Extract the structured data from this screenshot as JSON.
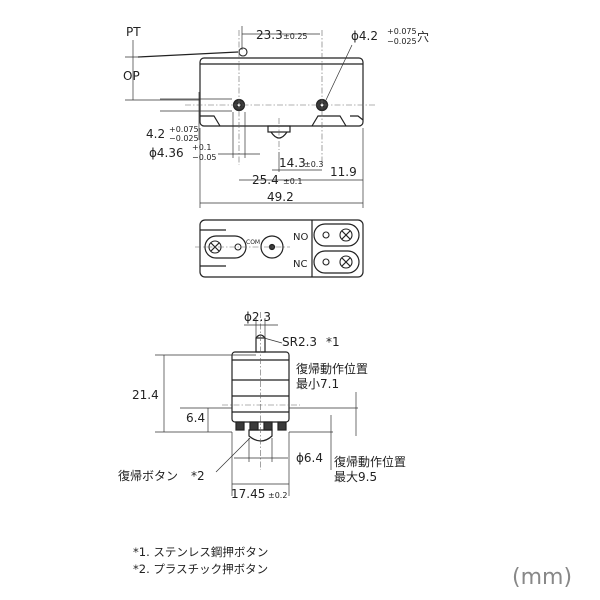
{
  "top_view": {
    "pt_label": "PT",
    "op_label": "OP",
    "dim_23_3": "23.3",
    "tol_pm_025": "±0.25",
    "dim_hole": "ϕ4.2",
    "hole_tol_plus": "+0.075",
    "hole_tol_minus": "−0.025",
    "hole_suffix": "穴",
    "dim_4_2": "4.2",
    "tol_plus_0075": "+0.075",
    "tol_minus_0025": "−0.025",
    "dim_4_36": "ϕ4.36",
    "tol_plus_01": "+0.1",
    "tol_minus_005": "−0.05",
    "dim_14_3": "14.3",
    "tol_pm_03": "±0.3",
    "dim_11_9": "11.9",
    "dim_25_4": "25.4",
    "tol_pm_01": "±0.1",
    "dim_49_2": "49.2"
  },
  "terminal_view": {
    "com_label": "COM",
    "no_label": "NO",
    "nc_label": "NC"
  },
  "side_view": {
    "dim_2_3": "ϕ2.3",
    "dim_sr": "SR2.3",
    "note_mark_1": "*1",
    "dim_21_4": "21.4",
    "dim_6_4_left": "6.4",
    "reset_min_line1": "復帰動作位置",
    "reset_min_line2": "最小7.1",
    "dim_6_4_dia": "ϕ6.4",
    "reset_max_line1": "復帰動作位置",
    "reset_max_line2": "最大9.5",
    "reset_button_label": "復帰ボタン",
    "note_mark_2": "*2",
    "dim_17_45": "17.45",
    "tol_pm_02": "±0.2"
  },
  "notes": [
    "*1. ステンレス鋼押ボタン",
    "*2. プラスチック押ボタン"
  ],
  "unit": "(mm)"
}
